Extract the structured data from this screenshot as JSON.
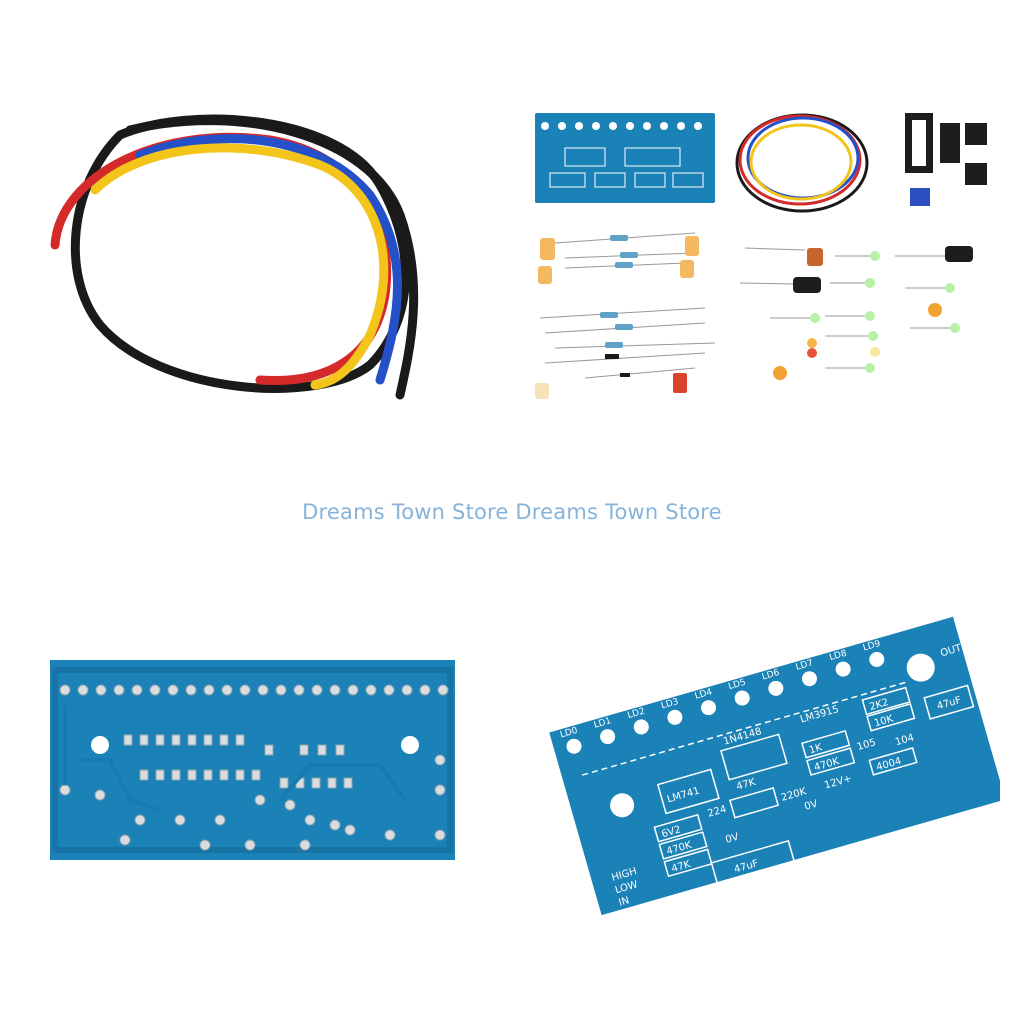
{
  "watermark": "Dreams Town Store Dreams Town Store",
  "colors": {
    "pcb": "#1b82b7",
    "pcb_dark": "#0f5f8f",
    "silkscreen": "#ffffff",
    "pad": "#d9dde0",
    "wire_black": "#1a1a1a",
    "wire_red": "#d42a2a",
    "wire_blue": "#2450c8",
    "wire_yellow": "#f3c51b",
    "resistor": "#5ea2c8",
    "capacitor_ceramic": "#f4b860",
    "led_green": "#b9f0a8"
  },
  "pcb_front": {
    "led_labels": [
      "LD0",
      "LD1",
      "LD2",
      "LD3",
      "LD4",
      "LD5",
      "LD6",
      "LD7",
      "LD8",
      "LD9"
    ],
    "parts": [
      "1N4148",
      "LM3915",
      "LM741",
      "6V2",
      "470K",
      "47K",
      "47K",
      "220K",
      "1K",
      "470K",
      "105",
      "2K2",
      "10K",
      "104",
      "4004",
      "47uF",
      "47uF",
      "224"
    ],
    "terminals": [
      "HIGH",
      "LOW",
      "IN",
      "0V",
      "0V",
      "12V+",
      "OUT"
    ]
  }
}
